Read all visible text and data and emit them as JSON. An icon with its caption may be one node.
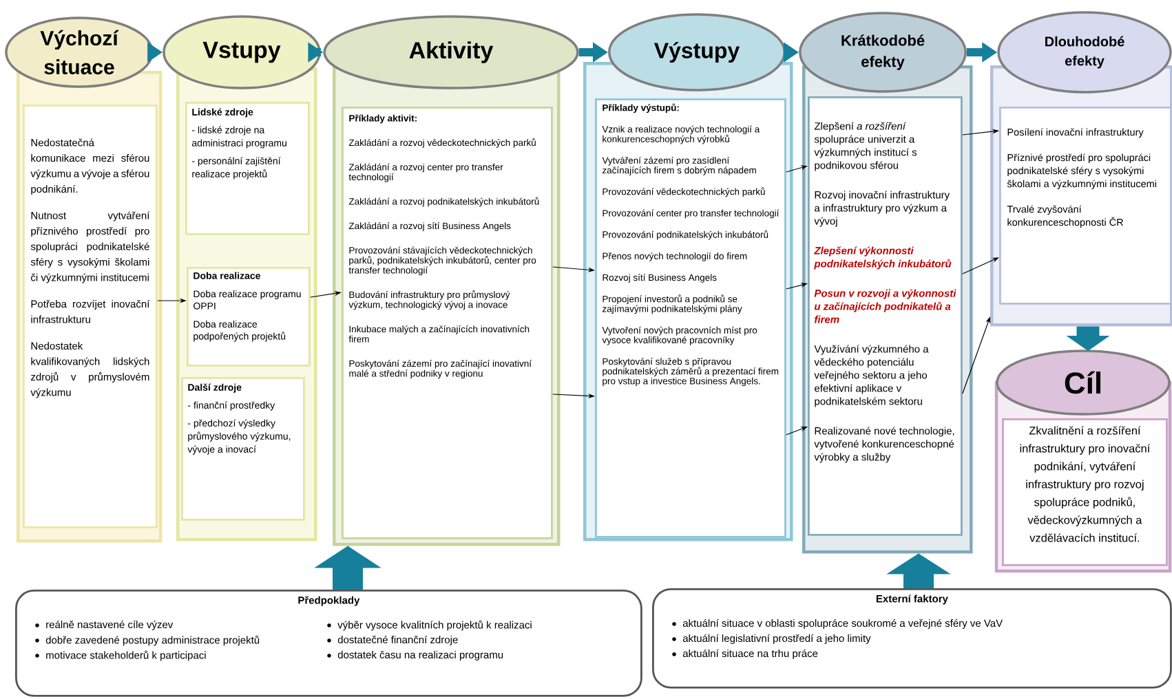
{
  "diagram": {
    "nodes": [
      {
        "text": [
          "Výchozí situace"
        ]
      },
      {
        "text": [],
        "shape": "box"
      },
      {
        "text": [
          "Nedostatečná komunikace mezi sférou výzkumu a vývoje a sférou podnikání.",
          "Nutnost vytváření příznivého prostředí pro spolupráci podnikatelské sféry s vysokými školami či výzkumnými institucemi",
          "Potřeba rozvíjet inovační infrastrukturu",
          "Nedostatek kvalifikovaných lidských zdrojů v průmyslovém výzkumu"
        ],
        "in": 1
      },
      {
        "text": [
          "Vstupy"
        ]
      },
      {
        "text": [],
        "shape": "box"
      },
      {
        "text": [
          "Lidské zdroje",
          "- lidské zdroje na administraci programu",
          "- personální zajištění realizace projektů"
        ],
        "in": 4
      },
      {
        "text": [
          "Doba realizace",
          "Doba realizace programu OPPI",
          "Doba realizace podpořených projektů"
        ],
        "in": 4
      },
      {
        "text": [
          "Další zdroje",
          "- finanční prostředky",
          "- předchozí výsledky průmyslového výzkumu, vývoje a inovací"
        ],
        "in": 4
      },
      {
        "text": [
          "Aktivity"
        ]
      },
      {
        "text": [],
        "shape": "box"
      },
      {
        "text": [
          "Příklady aktivit:",
          "Zakládání a rozvoj vědeckotechnických parků",
          "Zakládání a rozvoj center pro transfer technologií",
          "Zakládání a rozvoj podnikatelských inkubátorů",
          "Zakládání a rozvoj sítí Business Angels",
          "Provozování stávajících vědeckotechnických parků, podnikatelských inkubátorů, center pro transfer technologií",
          "Budování infrastruktury pro průmyslový výzkum, technologický vývoj a inovace",
          "Inkubace malých a začínajících inovativních firem",
          "Poskytování zázemí pro začínající inovativní malé a střední podniky v regionu"
        ],
        "in": 9
      },
      {
        "text": [
          "Výstupy"
        ]
      },
      {
        "text": [],
        "shape": "box"
      },
      {
        "text": [
          "Příklady výstupů:",
          "Vznik a realizace nových technologií a konkurenceschopných výrobků",
          "Vytváření zázemí pro zasídlení začínajících firem s dobrým nápadem",
          "Provozování vědeckotechnických parků",
          "Provozování center pro transfer technologií",
          "Provozování podnikatelských inkubátorů",
          "Přenos nových technologií do firem",
          "Rozvoj sítí Business Angels",
          "Propojení investorů a podniků se zajímavými podnikatelskými plány",
          "Vytvoření nových pracovních míst pro vysoce kvalifikované pracovníky",
          "Poskytování služeb s přípravou podnikatelských záměrů a prezentací firem pro vstup a investice Business Angels."
        ],
        "in": 12
      },
      {
        "text": [
          "Krátkodobé efekty"
        ]
      },
      {
        "text": [],
        "shape": "box"
      },
      {
        "text": [
          "Zlepšení *a rozšíření* spolupráce univerzit a výzkumných institucí s podnikovou sférou",
          "Rozvoj inovační infrastruktury a infrastruktury pro výzkum a vývoj",
          "Zlepšení výkonnosti podnikatelských inkubátorů",
          "Posun v rozvoji a výkonnosti u začínajících podnikatelů a firem",
          "Využívání výzkumného a vědeckého potenciálu veřejného sektoru a jeho efektivní aplikace v podnikatelském sektoru",
          "Realizované nové technologie, vytvořené konkurenceschopné výrobky a služby"
        ],
        "in": 15
      },
      {
        "text": [
          "Dlouhodobé efekty"
        ]
      },
      {
        "text": [],
        "shape": "box"
      },
      {
        "text": [
          "Posílení inovační infrastruktury",
          "Příznivé prostředí pro spolupráci podnikatelské sféry s vysokými školami a výzkumnými institucemi",
          "Trvalé zvyšování konkurenceschopnosti ČR"
        ],
        "in": 18
      },
      {
        "text": [
          "Cíl"
        ]
      },
      {
        "text": [
          "Zkvalitnění a rozšíření infrastruktury pro inovační podnikání, vytváření infrastruktury pro rozvoj spolupráce podniků, vědeckovýzkumných a vzdělávacích institucí."
        ],
        "in": 20
      },
      {
        "text": [
          "Předpoklady",
          "reálně nastavené cíle výzev",
          "dobře zavedené postupy administrace projektů",
          "motivace stakeholderů k participaci",
          "výběr vysoce kvalitních projektů k realizaci",
          "dostatečné finanční zdroje",
          "dostatek času na realizaci programu"
        ]
      },
      {
        "text": [
          "Externí faktory",
          "aktuální situace v oblasti spolupráce soukromé a veřejné sféry ve VaV",
          "aktuální legislativní prostředí a jeho limity",
          "aktuální situace na trhu práce"
        ]
      }
    ],
    "edges": [
      {
        "from": 0,
        "to": 3,
        "arrow": "to",
        "style": "thick",
        "color": "#167f9c"
      },
      {
        "from": 3,
        "to": 8,
        "arrow": "to",
        "style": "thick",
        "color": "#167f9c"
      },
      {
        "from": 8,
        "to": 11,
        "arrow": "to",
        "style": "thick",
        "color": "#167f9c"
      },
      {
        "from": 11,
        "to": 14,
        "arrow": "to",
        "style": "thick",
        "color": "#167f9c"
      },
      {
        "from": 14,
        "to": 17,
        "arrow": "to",
        "style": "thick",
        "color": "#167f9c"
      },
      {
        "from": 18,
        "to": 20,
        "arrow": "to",
        "style": "thick",
        "color": "#167f9c"
      },
      {
        "from": 22,
        "to": 9,
        "arrow": "to",
        "style": "thick",
        "color": "#167f9c"
      },
      {
        "from": 23,
        "to": 15,
        "arrow": "to",
        "style": "thick",
        "color": "#167f9c"
      },
      {
        "from": 2,
        "to": 6,
        "arrow": "to"
      },
      {
        "from": 6,
        "to": 10,
        "arrow": "to"
      },
      {
        "from": 10,
        "to": 13,
        "arrow": "to"
      },
      {
        "from": 10,
        "to": 13,
        "arrow": "to"
      },
      {
        "from": 13,
        "to": 16,
        "arrow": "to"
      },
      {
        "from": 13,
        "to": 16,
        "arrow": "to"
      },
      {
        "from": 13,
        "to": 16,
        "arrow": "to"
      },
      {
        "from": 16,
        "to": 19,
        "arrow": "to"
      },
      {
        "from": 16,
        "to": 19,
        "arrow": "to"
      },
      {
        "from": 16,
        "to": 18,
        "arrow": "to"
      }
    ]
  }
}
